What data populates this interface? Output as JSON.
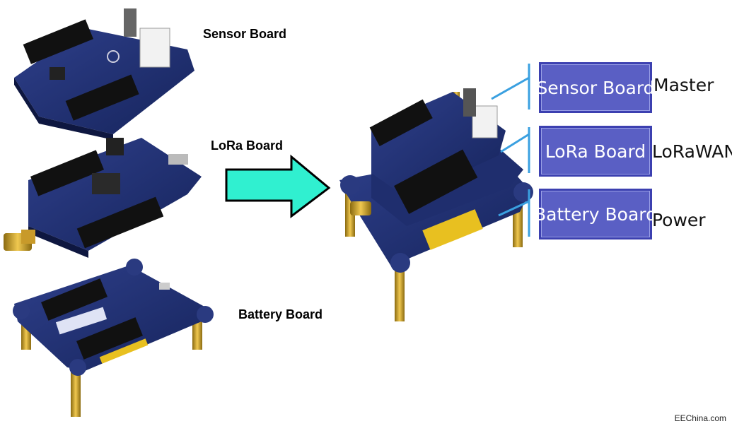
{
  "left_labels": {
    "sensor": "Sensor Board",
    "lora": "LoRa Board",
    "battery": "Battery Board"
  },
  "boxes": [
    {
      "label": "Sensor Board",
      "role": "Master"
    },
    {
      "label": "LoRa Board",
      "role": "LoRaWAN"
    },
    {
      "label": "Battery Board",
      "role": "Power"
    }
  ],
  "watermark": "EEChina.com",
  "colors": {
    "arrow": "#30f0d0",
    "box_fill": "#5a5fc4",
    "connector": "#3aa0e0",
    "pcb": "#1f2e6e"
  }
}
